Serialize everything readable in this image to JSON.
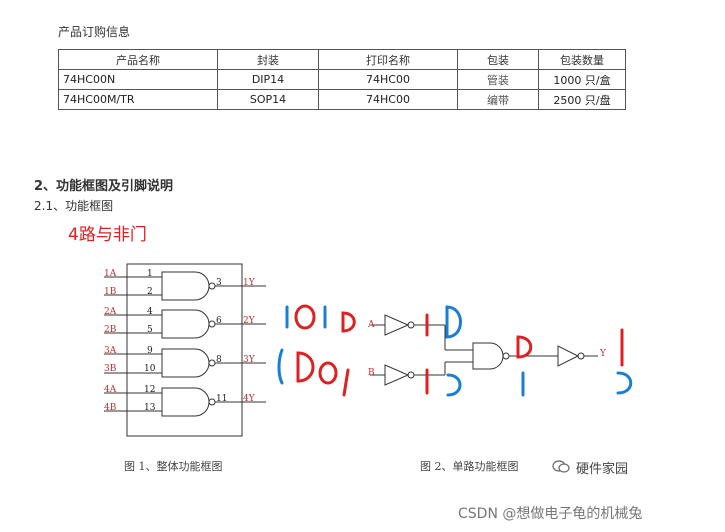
{
  "order_info": {
    "title": "产品订购信息",
    "headers": [
      "产品名称",
      "封装",
      "打印名称",
      "包装",
      "包装数量"
    ],
    "rows": [
      [
        "74HC00N",
        "DIP14",
        "74HC00",
        "管装",
        "1000 只/盒"
      ],
      [
        "74HC00M/TR",
        "SOP14",
        "74HC00",
        "编带",
        "2500 只/盘"
      ]
    ]
  },
  "section": {
    "heading": "2、功能框图及引脚说明",
    "subheading": "2.1、功能框图",
    "note": "4路与非门"
  },
  "figure1": {
    "caption": "图 1、整体功能框图",
    "gates": [
      {
        "in1": "1A",
        "pin1": "1",
        "in2": "1B",
        "pin2": "2",
        "out": "1Y",
        "pout": "3"
      },
      {
        "in1": "2A",
        "pin1": "4",
        "in2": "2B",
        "pin2": "5",
        "out": "2Y",
        "pout": "6"
      },
      {
        "in1": "3A",
        "pin1": "9",
        "in2": "3B",
        "pin2": "10",
        "out": "3Y",
        "pout": "8"
      },
      {
        "in1": "4A",
        "pin1": "12",
        "in2": "4B",
        "pin2": "13",
        "out": "4Y",
        "pout": "11"
      }
    ]
  },
  "figure2": {
    "caption": "图 2、单路功能框图",
    "input_a": "A",
    "input_b": "B",
    "output": "Y"
  },
  "annotations": {
    "red_top": "1010",
    "red_bottom": "1001",
    "colors": {
      "red": "#e02020",
      "blue": "#1a7ed6"
    }
  },
  "branding": {
    "wechat_name": "硬件家园",
    "watermark": "CSDN @想做电子龟的机械兔"
  }
}
